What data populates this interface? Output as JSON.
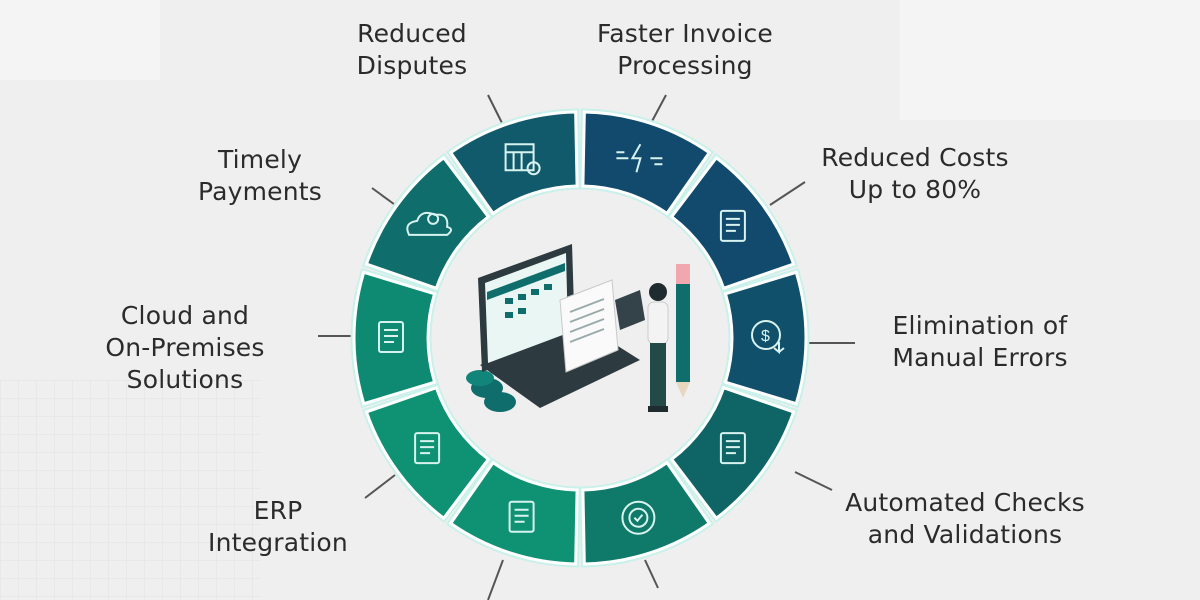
{
  "diagram": {
    "type": "circular-benefits-wheel",
    "center_illustration": "person-with-laptop-invoice-and-pencil",
    "colors": {
      "background": "#efefef",
      "navy": "#0f4c6b",
      "teal": "#0f6e6c",
      "green": "#0f9677",
      "icon_stroke": "#d8f3ef",
      "label_text": "#2b2b2b",
      "leader_line": "#555555"
    },
    "segments": [
      {
        "label_lines": [
          "Reduced",
          "Disputes"
        ],
        "icon": "lightning-arrows-icon",
        "color": "#114a6d"
      },
      {
        "label_lines": [
          "Faster Invoice",
          "Processing"
        ],
        "icon": "invoice-document-icon",
        "color": "#114a6d"
      },
      {
        "label_lines": [
          "Reduced Costs",
          "Up to 80%"
        ],
        "icon": "dollar-down-icon",
        "color": "#11506b"
      },
      {
        "label_lines": [
          "Elimination of",
          "Manual Errors"
        ],
        "icon": "documents-check-icon",
        "color": "#0f6466"
      },
      {
        "label_lines": [
          "Automated Checks",
          "and Validations"
        ],
        "icon": "gear-check-icon",
        "color": "#0f7a6a"
      },
      {
        "label_lines": [],
        "icon": "dashboard-report-icon",
        "color": "#0f9274"
      },
      {
        "label_lines": [],
        "icon": "document-percent-icon",
        "color": "#0f9274"
      },
      {
        "label_lines": [
          "ERP",
          "Integration"
        ],
        "icon": "monitor-network-icon",
        "color": "#0f8a72"
      },
      {
        "label_lines": [
          "Cloud and",
          "On-Premises",
          "Solutions"
        ],
        "icon": "cloud-icon",
        "color": "#0f6d6c"
      },
      {
        "label_lines": [
          "Timely",
          "Payments"
        ],
        "icon": "calendar-clock-icon",
        "color": "#115a6c"
      }
    ]
  }
}
